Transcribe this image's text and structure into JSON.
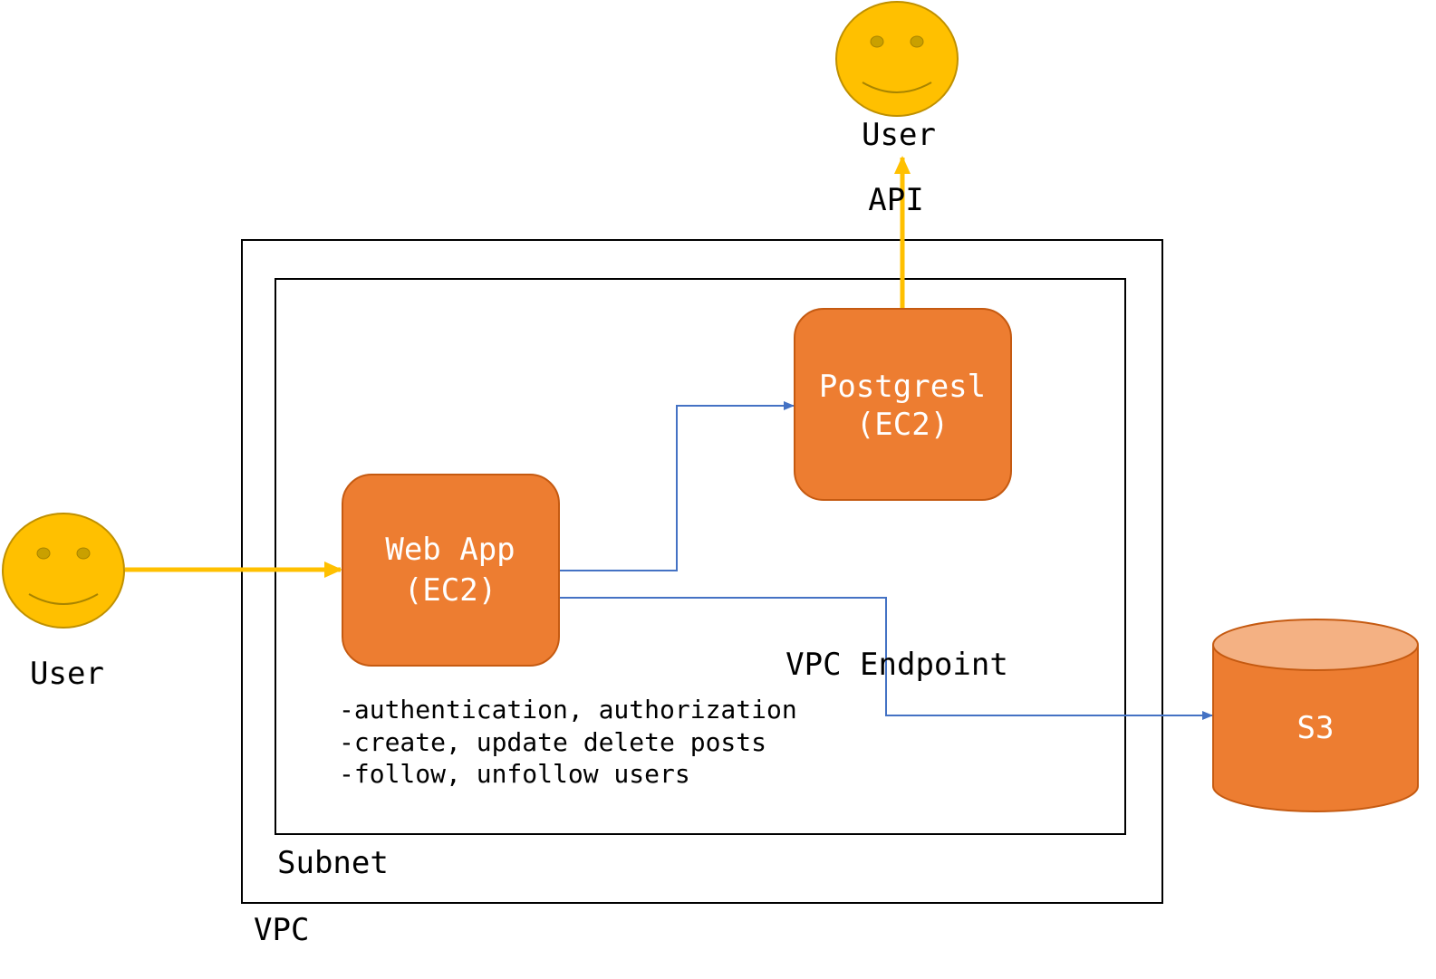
{
  "users": {
    "top": {
      "label": "User"
    },
    "left": {
      "label": "User"
    }
  },
  "containers": {
    "vpc": {
      "label": "VPC"
    },
    "subnet": {
      "label": "Subnet"
    }
  },
  "nodes": {
    "webapp": {
      "line1": "Web App",
      "line2": "(EC2)"
    },
    "postgres": {
      "line1": "Postgresl",
      "line2": "(EC2)"
    },
    "s3": {
      "label": "S3"
    }
  },
  "edges": {
    "api": {
      "label": "API"
    },
    "vpc_endpoint": {
      "label": "VPC Endpoint"
    }
  },
  "notes": [
    "-authentication, authorization",
    "-create, update delete posts",
    "-follow, unfollow users"
  ],
  "colors": {
    "orange": "#ED7D31",
    "orange_border": "#C55A11",
    "s3_top": "#F4B183",
    "smiley_fill": "#FFC000",
    "smiley_border": "#BF9000",
    "yellow_arrow": "#FFC000",
    "blue_line": "#4472C4"
  }
}
